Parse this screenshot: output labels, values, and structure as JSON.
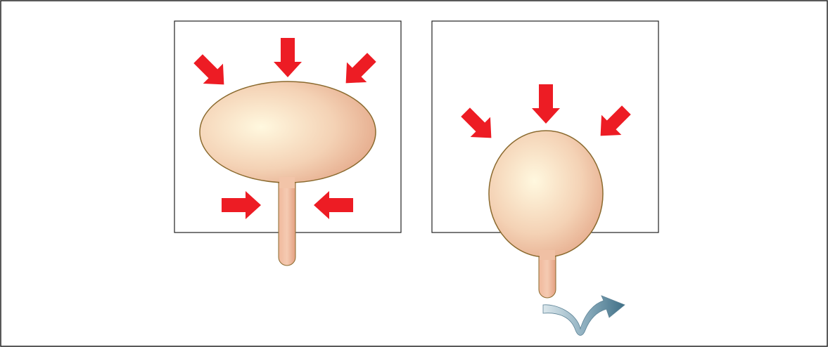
{
  "diagram": {
    "panels": [
      {
        "name": "left-panel",
        "arrows": [
          "push-down-left",
          "push-down",
          "push-down-right",
          "push-right",
          "push-left"
        ],
        "organ": "bladder-wide-oval"
      },
      {
        "name": "right-panel",
        "arrows": [
          "push-down-left",
          "push-down",
          "push-down-right"
        ],
        "organ": "bladder-tall-oval",
        "extra_icon": "curved-return-arrow-icon"
      }
    ],
    "colors": {
      "pressure_arrow": "#ed1c24",
      "organ_fill_center": "#fdf3d6",
      "organ_fill_edge": "#e4a485",
      "organ_stroke": "#8a6a2e",
      "curved_arrow_light": "#d7e4ea",
      "curved_arrow_dark": "#4f7d93",
      "panel_border": "#222222"
    }
  }
}
